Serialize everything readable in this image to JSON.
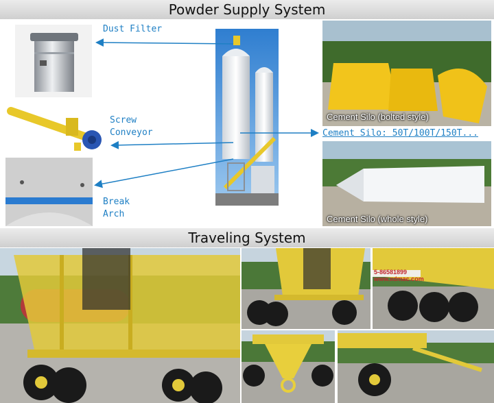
{
  "sections": {
    "powder_title": "Powder Supply System",
    "traveling_title": "Traveling System"
  },
  "callouts": {
    "dust_filter": "Dust Filter",
    "screw_conveyor": "Screw\nConveyor",
    "break_arch": "Break\nArch",
    "cement_silo_sizes": "Cement Silo: 50T/100T/150T..."
  },
  "photo_captions": {
    "bolted": "Cement Silo (bolted style)",
    "whole": "Cement Silo (whole style)"
  },
  "signage": {
    "trailer_text": "5-86581899",
    "trailer_site": "www.xdmac.com"
  },
  "colors": {
    "callout_blue": "#1e7fc4",
    "machine_yellow": "#e8c82a",
    "tire_black": "#1a1a1a"
  }
}
